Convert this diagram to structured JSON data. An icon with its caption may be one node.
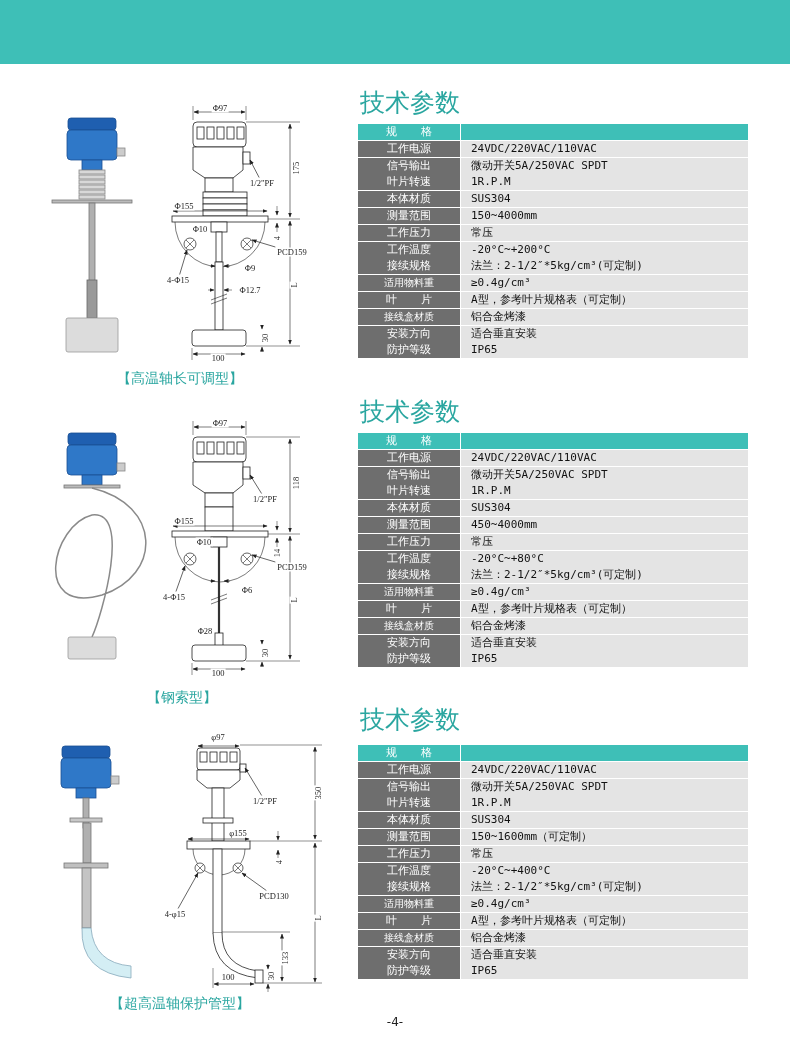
{
  "diagram": {
    "nodes": [
      {
        "text": [
          "1/2\"PF"
        ]
      },
      {
        "text": [
          "4-Φ15"
        ]
      },
      {
        "text": [
          "PCD159"
        ]
      },
      {
        "text": [
          "1/2\"PF"
        ]
      },
      {
        "text": [
          "PCD159"
        ]
      },
      {
        "text": [
          "4-Φ15"
        ]
      },
      {
        "text": [
          "1/2\"PF"
        ]
      },
      {
        "text": [
          "PCD130"
        ]
      },
      {
        "text": [
          "4-φ15"
        ]
      }
    ],
    "edges": [
      {
        "from": 0,
        "to": null,
        "arrow": "to"
      },
      {
        "from": 1,
        "to": null,
        "arrow": "to"
      },
      {
        "from": 2,
        "to": null,
        "arrow": "to"
      },
      {
        "from": 3,
        "to": null,
        "arrow": "to"
      },
      {
        "from": 4,
        "to": null,
        "arrow": "to"
      },
      {
        "from": 5,
        "to": null,
        "arrow": "to"
      },
      {
        "from": 6,
        "to": null,
        "arrow": "to"
      },
      {
        "from": 7,
        "to": null,
        "arrow": "to"
      },
      {
        "from": 8,
        "to": null,
        "arrow": "to"
      }
    ],
    "labels": [
      "技术参数",
      "规 格",
      "工作电源",
      "24VDC/220VAC/110VAC",
      "信号输出",
      "微动开关5A/250VAC SPDT",
      "叶片转速",
      "1R.P.M",
      "本体材质",
      "SUS304",
      "测量范围",
      "150~4000mm",
      "工作压力",
      "常压",
      "工作温度",
      "-20°C~+200°C",
      "接续规格",
      "法兰：2-1/2″*5kg/cm³(可定制)",
      "适用物料重",
      "≥0.4g/cm³",
      "叶 片",
      "A型，参考叶片规格表（可定制）",
      "接线盒材质",
      "铝合金烤漆",
      "安装方向",
      "适合垂直安装",
      "防护等级",
      "IP65",
      "Φ97",
      "175",
      "Φ155",
      "4",
      "Φ10",
      "Φ9",
      "Φ12.7",
      "L",
      "30",
      "100",
      "【高温轴长可调型】",
      "技术参数",
      "规 格",
      "工作电源",
      "24VDC/220VAC/110VAC",
      "信号输出",
      "微动开关5A/250VAC SPDT",
      "叶片转速",
      "1R.P.M",
      "本体材质",
      "SUS304",
      "测量范围",
      "450~4000mm",
      "工作压力",
      "常压",
      "工作温度",
      "-20°C~+80°C",
      "接续规格",
      "法兰：2-1/2″*5kg/cm³(可定制)",
      "适用物料重",
      "≥0.4g/cm³",
      "叶 片",
      "A型，参考叶片规格表（可定制）",
      "接线盒材质",
      "铝合金烤漆",
      "安装方向",
      "适合垂直安装",
      "防护等级",
      "IP65",
      "Φ97",
      "118",
      "Φ155",
      "14",
      "Φ10",
      "Φ6",
      "L",
      "Φ28",
      "30",
      "100",
      "【钢索型】",
      "技术参数",
      "规 格",
      "工作电源",
      "24VDC/220VAC/110VAC",
      "信号输出",
      "微动开关5A/250VAC SPDT",
      "叶片转速",
      "1R.P.M",
      "本体材质",
      "SUS304",
      "测量范围",
      "150~1600mm（可定制）",
      "工作压力",
      "常压",
      "工作温度",
      "-20°C~+400°C",
      "接续规格",
      "法兰：2-1/2″*5kg/cm³(可定制)",
      "适用物料重",
      "≥0.4g/cm³",
      "叶 片",
      "A型，参考叶片规格表（可定制）",
      "接线盒材质",
      "铝合金烤漆",
      "安装方向",
      "适合垂直安装",
      "防护等级",
      "IP65",
      "φ97",
      "350",
      "φ155",
      "4",
      "L",
      "133",
      "100",
      "30",
      "【超高温轴保护管型】",
      "-4-"
    ]
  }
}
